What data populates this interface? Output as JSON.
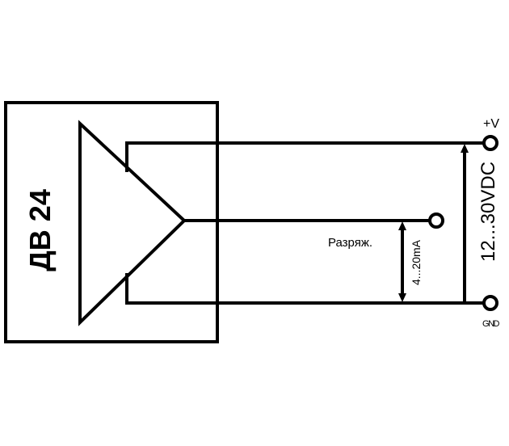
{
  "device": {
    "label": "ДВ 24"
  },
  "terminals": {
    "plus": "+V",
    "gnd": "GND"
  },
  "labels": {
    "supply": "12...30VDC",
    "current": "4...20mA",
    "signal": "Разряж."
  },
  "colors": {
    "line": "#000000",
    "background": "#ffffff"
  }
}
